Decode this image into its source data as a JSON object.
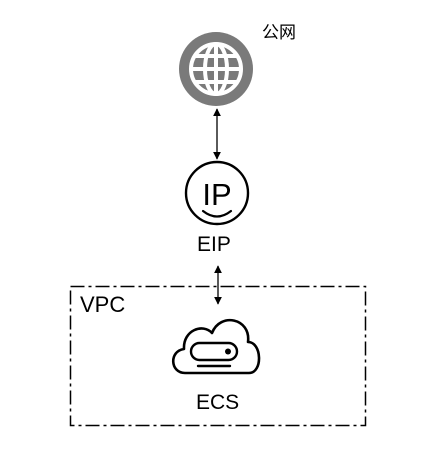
{
  "nodes": {
    "internet": {
      "label": "公网",
      "icon": "globe-icon"
    },
    "eip": {
      "label": "EIP",
      "icon": "eip-icon",
      "icon_text": "IP"
    },
    "vpc": {
      "label": "VPC"
    },
    "ecs": {
      "label": "ECS",
      "icon": "cloud-server-icon"
    }
  },
  "colors": {
    "globe": "#7a7a7a",
    "stroke": "#000000",
    "background": "#ffffff"
  }
}
